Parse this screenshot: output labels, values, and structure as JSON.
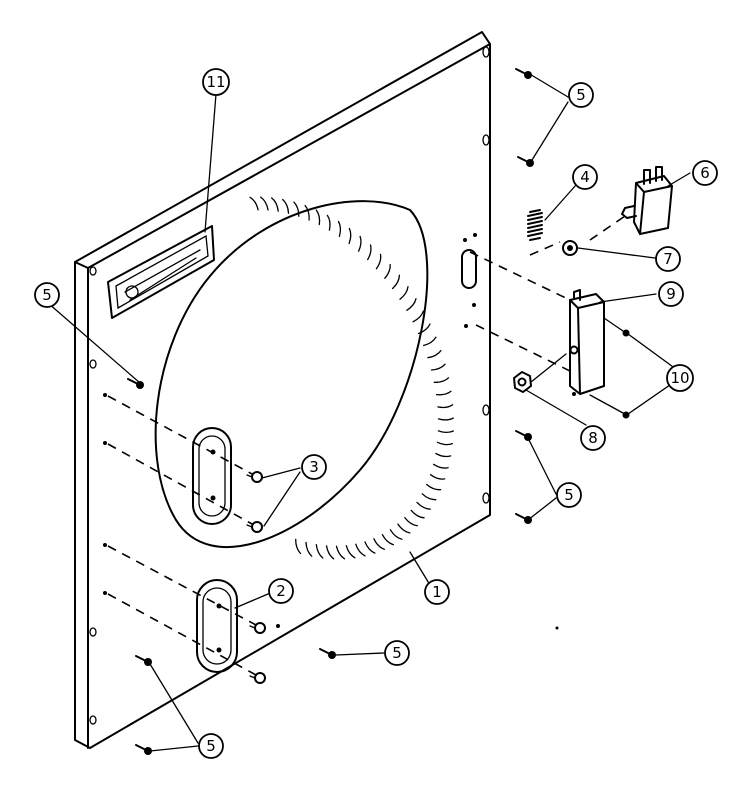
{
  "callouts": [
    {
      "label": "1"
    },
    {
      "label": "2"
    },
    {
      "label": "3"
    },
    {
      "label": "4"
    },
    {
      "label": "5"
    },
    {
      "label": "5"
    },
    {
      "label": "5"
    },
    {
      "label": "5"
    },
    {
      "label": "5"
    },
    {
      "label": "6"
    },
    {
      "label": "7"
    },
    {
      "label": "8"
    },
    {
      "label": "9"
    },
    {
      "label": "10"
    },
    {
      "label": "11"
    }
  ]
}
